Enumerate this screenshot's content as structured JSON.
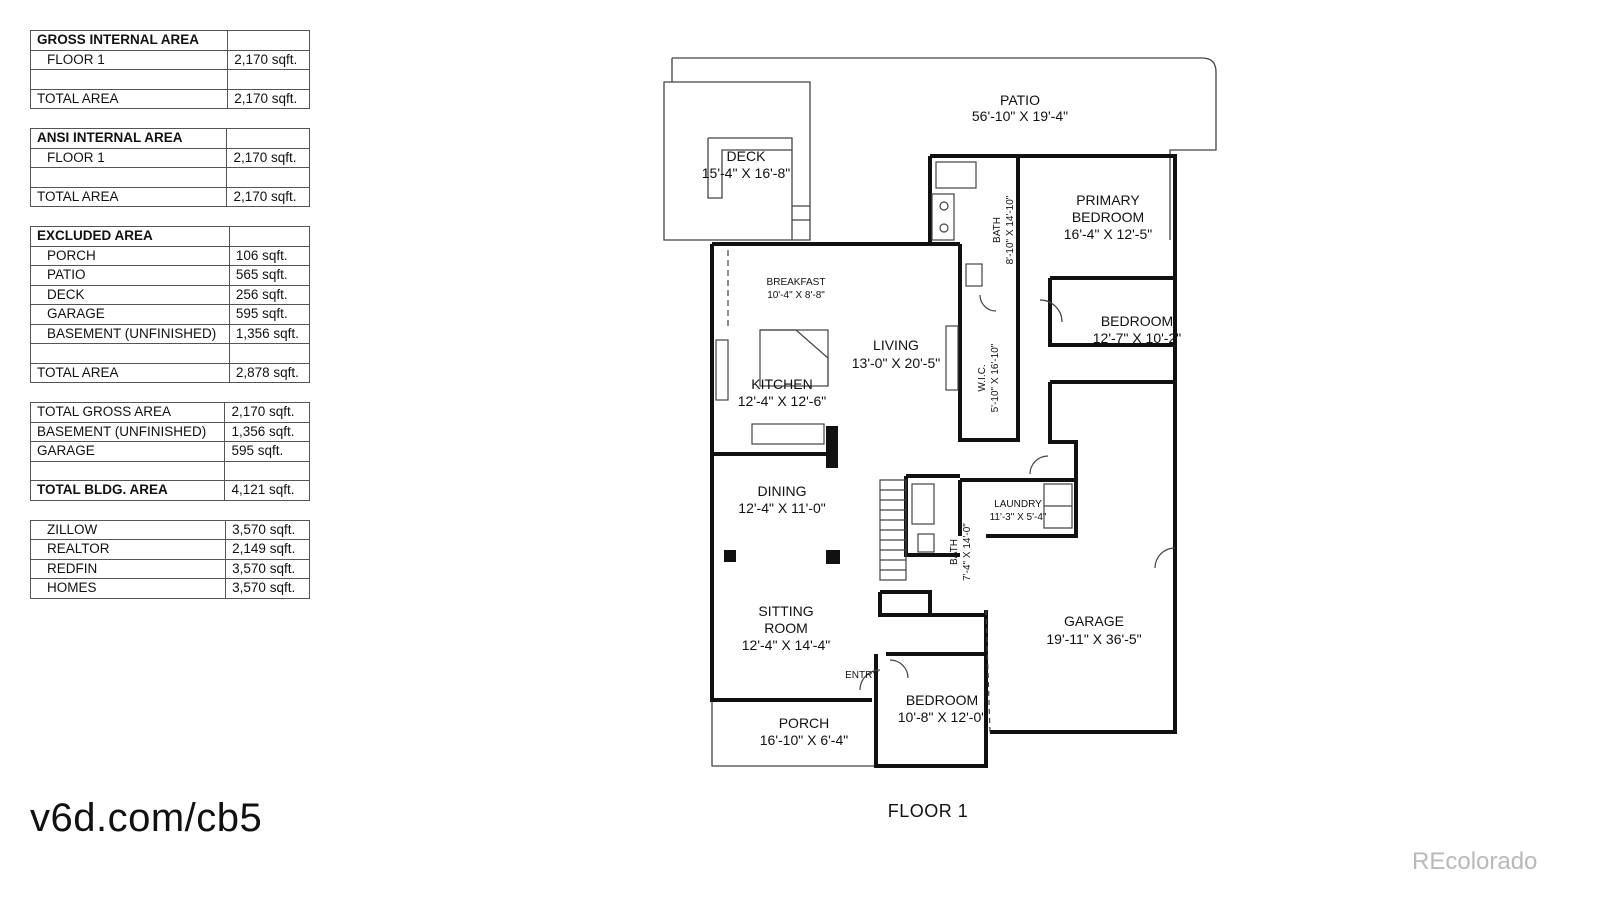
{
  "area_tables": {
    "gross": {
      "header": "GROSS INTERNAL AREA",
      "rows": [
        {
          "label": "FLOOR 1",
          "value": "2,170 sqft."
        }
      ],
      "total_label": "TOTAL AREA",
      "total_value": "2,170 sqft."
    },
    "ansi": {
      "header": "ANSI INTERNAL AREA",
      "rows": [
        {
          "label": "FLOOR 1",
          "value": "2,170 sqft."
        }
      ],
      "total_label": "TOTAL AREA",
      "total_value": "2,170 sqft."
    },
    "excluded": {
      "header": "EXCLUDED AREA",
      "rows": [
        {
          "label": "PORCH",
          "value": "106 sqft."
        },
        {
          "label": "PATIO",
          "value": "565 sqft."
        },
        {
          "label": "DECK",
          "value": "256 sqft."
        },
        {
          "label": "GARAGE",
          "value": "595 sqft."
        },
        {
          "label": "BASEMENT (UNFINISHED)",
          "value": "1,356 sqft."
        }
      ],
      "total_label": "TOTAL AREA",
      "total_value": "2,878 sqft."
    },
    "summary": {
      "rows": [
        {
          "label": "TOTAL GROSS AREA",
          "value": "2,170 sqft."
        },
        {
          "label": "BASEMENT (UNFINISHED)",
          "value": "1,356 sqft."
        },
        {
          "label": "GARAGE",
          "value": "595 sqft."
        }
      ],
      "total_label": "TOTAL BLDG. AREA",
      "total_value": "4,121 sqft."
    },
    "estimates": {
      "rows": [
        {
          "label": "ZILLOW",
          "value": "3,570 sqft."
        },
        {
          "label": "REALTOR",
          "value": "2,149 sqft."
        },
        {
          "label": "REDFIN",
          "value": "3,570 sqft."
        },
        {
          "label": "HOMES",
          "value": "3,570 sqft."
        }
      ]
    }
  },
  "plan": {
    "caption": "FLOOR 1",
    "rooms": {
      "patio": {
        "name": "PATIO",
        "dims": "56'-10\" X 19'-4\""
      },
      "deck": {
        "name": "DECK",
        "dims": "15'-4\" X 16'-8\""
      },
      "primary_bedroom": {
        "name1": "PRIMARY",
        "name2": "BEDROOM",
        "dims": "16'-4\" X 12'-5\""
      },
      "primary_bath": {
        "name": "BATH",
        "dims": "8'-10\" X 14'-10\""
      },
      "breakfast": {
        "name": "BREAKFAST",
        "dims": "10'-4\" X 8'-8\""
      },
      "living": {
        "name": "LIVING",
        "dims": "13'-0\" X 20'-5\""
      },
      "bedroom_2": {
        "name": "BEDROOM",
        "dims": "12'-7\" X 10'-2\""
      },
      "wic": {
        "name": "W.I.C.",
        "dims": "5'-10\" X 16'-10\""
      },
      "kitchen": {
        "name": "KITCHEN",
        "dims": "12'-4\" X 12'-6\""
      },
      "dining": {
        "name": "DINING",
        "dims": "12'-4\" X 11'-0\""
      },
      "laundry": {
        "name": "LAUNDRY",
        "dims": "11'-3\" X 5'-4\""
      },
      "bath_2": {
        "name": "BATH",
        "dims": "7'-4\" X 14'-0\""
      },
      "sitting": {
        "name1": "SITTING",
        "name2": "ROOM",
        "dims": "12'-4\" X 14'-4\""
      },
      "garage": {
        "name": "GARAGE",
        "dims": "19'-11\" X 36'-5\""
      },
      "entry": {
        "name": "ENTRY"
      },
      "bedroom_3": {
        "name": "BEDROOM",
        "dims": "10'-8\" X 12'-0\""
      },
      "porch": {
        "name": "PORCH",
        "dims": "16'-10\" X 6'-4\""
      }
    }
  },
  "footer": {
    "url": "v6d.com/cb5",
    "watermark": "REcolorado"
  },
  "colors": {
    "wall": "#111111",
    "line": "#444444",
    "watermark": "#b9b9b9"
  }
}
